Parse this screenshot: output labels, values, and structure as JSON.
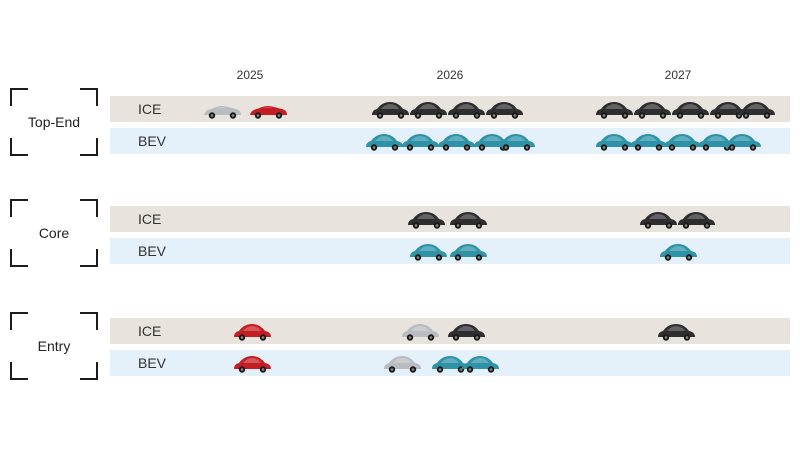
{
  "years": [
    "2025",
    "2026",
    "2027"
  ],
  "segments": [
    {
      "name": "Top-End",
      "rows": [
        {
          "label": "ICE",
          "cars": [
            {
              "icon": "silver-roadster-icon",
              "color": "#b9bcc0"
            },
            {
              "icon": "red-roadster-icon",
              "color": "#c41e24"
            },
            {
              "icon": "black-car-icon",
              "color": "#2e2e30"
            },
            {
              "icon": "black-car-icon",
              "color": "#2e2e30"
            },
            {
              "icon": "black-car-icon",
              "color": "#2e2e30"
            },
            {
              "icon": "black-car-icon",
              "color": "#2e2e30"
            },
            {
              "icon": "black-car-icon",
              "color": "#2e2e30"
            },
            {
              "icon": "black-car-icon",
              "color": "#2e2e30"
            },
            {
              "icon": "black-car-icon",
              "color": "#2e2e30"
            },
            {
              "icon": "black-car-icon",
              "color": "#2e2e30"
            },
            {
              "icon": "black-car-icon",
              "color": "#2e2e30"
            }
          ]
        },
        {
          "label": "BEV",
          "cars": [
            {
              "icon": "teal-car-icon",
              "color": "#2f93a8"
            },
            {
              "icon": "teal-car-icon",
              "color": "#2f93a8"
            },
            {
              "icon": "teal-car-icon",
              "color": "#2f93a8"
            },
            {
              "icon": "teal-car-icon",
              "color": "#2f93a8"
            },
            {
              "icon": "teal-car-icon",
              "color": "#2f93a8"
            },
            {
              "icon": "teal-car-icon",
              "color": "#2f93a8"
            },
            {
              "icon": "teal-car-icon",
              "color": "#2f93a8"
            },
            {
              "icon": "teal-car-icon",
              "color": "#2f93a8"
            },
            {
              "icon": "teal-car-icon",
              "color": "#2f93a8"
            },
            {
              "icon": "teal-car-icon",
              "color": "#2f93a8"
            }
          ]
        }
      ]
    },
    {
      "name": "Core",
      "rows": [
        {
          "label": "ICE",
          "cars": [
            {
              "icon": "black-car-icon",
              "color": "#2e2e30"
            },
            {
              "icon": "black-car-icon",
              "color": "#2e2e30"
            },
            {
              "icon": "black-car-icon",
              "color": "#2e2e30"
            },
            {
              "icon": "black-car-icon",
              "color": "#2e2e30"
            }
          ]
        },
        {
          "label": "BEV",
          "cars": [
            {
              "icon": "teal-car-icon",
              "color": "#2f93a8"
            },
            {
              "icon": "teal-car-icon",
              "color": "#2f93a8"
            },
            {
              "icon": "teal-car-icon",
              "color": "#2f93a8"
            }
          ]
        }
      ]
    },
    {
      "name": "Entry",
      "rows": [
        {
          "label": "ICE",
          "cars": [
            {
              "icon": "red-hatchback-icon",
              "color": "#c41e24"
            },
            {
              "icon": "silver-wagon-icon",
              "color": "#b9bcc0"
            },
            {
              "icon": "black-car-icon",
              "color": "#2e2e30"
            },
            {
              "icon": "black-car-icon",
              "color": "#2e2e30"
            }
          ]
        },
        {
          "label": "BEV",
          "cars": [
            {
              "icon": "red-hatchback-icon",
              "color": "#c41e24"
            },
            {
              "icon": "silver-wagon-icon",
              "color": "#b9bcc0"
            },
            {
              "icon": "teal-car-icon",
              "color": "#2f93a8"
            },
            {
              "icon": "teal-car-icon",
              "color": "#2f93a8"
            }
          ]
        }
      ]
    }
  ]
}
